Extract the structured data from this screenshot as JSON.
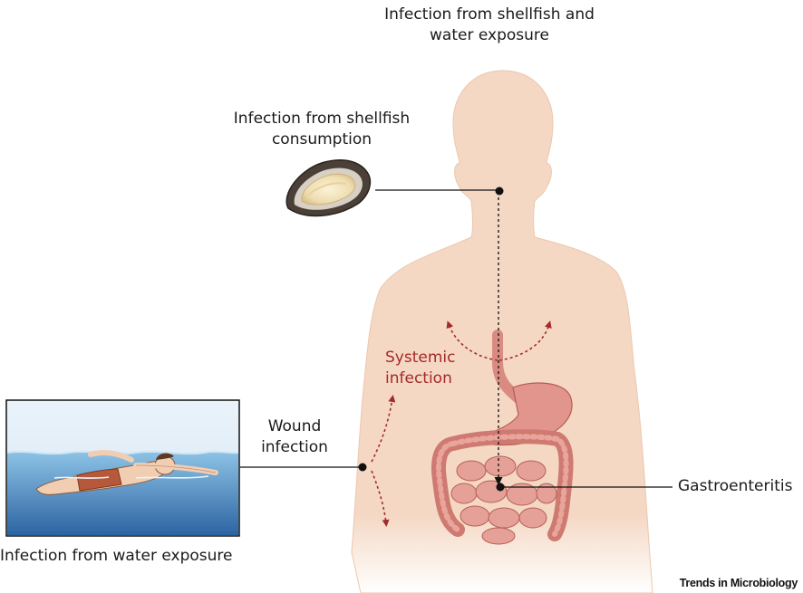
{
  "labels": {
    "top": [
      "Infection from shellfish and",
      "water exposure"
    ],
    "shellfish": [
      "Infection from shellfish",
      "consumption"
    ],
    "systemic": [
      "Systemic",
      "infection"
    ],
    "wound": [
      "Wound",
      "infection"
    ],
    "gastro": "Gastroenteritis",
    "water": "Infection from water exposure"
  },
  "brand": "Trends in Microbiology",
  "colors": {
    "skin": "#f4d8c4",
    "skin_edge": "#e9c3a8",
    "systemic_red": "#a52a2a",
    "water_top": "#7fb8dd",
    "water_bottom": "#2f6aa8",
    "sky": "#e2eef8",
    "intestine": "#d77f74",
    "stomach": "#e09088"
  },
  "icons": [
    "oyster-icon",
    "swimmer-icon",
    "body-icon",
    "digestive-tract-icon"
  ]
}
